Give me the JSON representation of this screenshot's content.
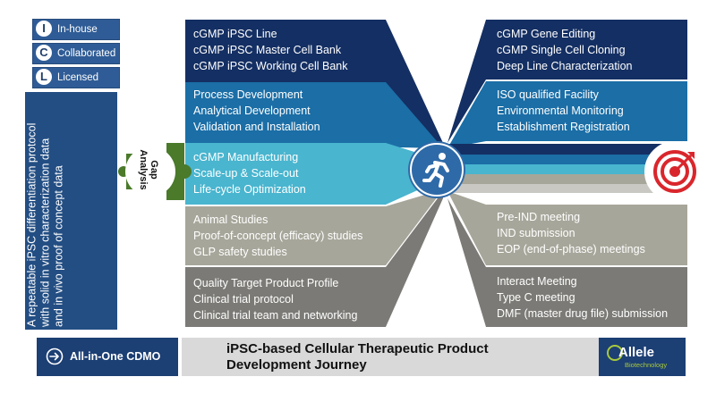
{
  "legend": [
    {
      "letter": "I",
      "label": "In-house"
    },
    {
      "letter": "C",
      "label": "Collaborated"
    },
    {
      "letter": "L",
      "label": "Licensed"
    }
  ],
  "side_panel": {
    "line1": "A repeatable iPSC differentiation protocol",
    "line2": "with solid in vitro characterization data",
    "line3": "and in vivo proof of concept data"
  },
  "gap_analysis": {
    "line1": "Gap",
    "line2": "Analysis"
  },
  "left_blocks": [
    {
      "color": "#142f63",
      "lines": [
        "cGMP iPSC Line",
        "cGMP iPSC Master Cell Bank",
        "cGMP iPSC Working Cell Bank"
      ]
    },
    {
      "color": "#1b6ea6",
      "lines": [
        "Process Development",
        "Analytical Development",
        "Validation and Installation"
      ]
    },
    {
      "color": "#49b5cf",
      "lines": [
        "cGMP Manufacturing",
        "Scale-up & Scale-out",
        "Life-cycle Optimization"
      ]
    },
    {
      "color": "#a7a69a",
      "lines": [
        "Animal Studies",
        "Proof-of-concept (efficacy) studies",
        "GLP safety studies"
      ]
    },
    {
      "color": "#7b7a76",
      "lines": [
        "Quality Target Product Profile",
        "Clinical trial protocol",
        "Clinical trial team and networking"
      ]
    }
  ],
  "right_blocks": [
    {
      "color": "#142f63",
      "lines": [
        "cGMP Gene Editing",
        "cGMP Single Cell Cloning",
        "Deep Line Characterization"
      ]
    },
    {
      "color": "#1b6ea6",
      "lines": [
        "ISO qualified Facility",
        "Environmental Monitoring",
        "Establishment Registration"
      ]
    },
    {
      "color": "#a7a69a",
      "lines": [
        "Pre-IND meeting",
        "IND submission",
        "EOP (end-of-phase) meetings"
      ]
    },
    {
      "color": "#7b7a76",
      "lines": [
        "Interact Meeting",
        "Type C meeting",
        "DMF (master drug file) submission"
      ]
    }
  ],
  "icons": {
    "center": "runner-icon",
    "right": "target-icon",
    "bottom": "arrow-right-circle-icon"
  },
  "footer": {
    "cdmo_label": "All-in-One CDMO",
    "title_line1": "iPSC-based Cellular Therapeutic Product",
    "title_line2": "Development Journey",
    "logo_word": "Allele",
    "logo_sub": "Biotechnology"
  },
  "colors": {
    "navy": "#142f63",
    "blue": "#1b6ea6",
    "cyan": "#49b5cf",
    "khaki": "#a7a69a",
    "gray": "#7b7a76",
    "puzzle": "#4a7a2a",
    "target_red": "#d9262c"
  }
}
